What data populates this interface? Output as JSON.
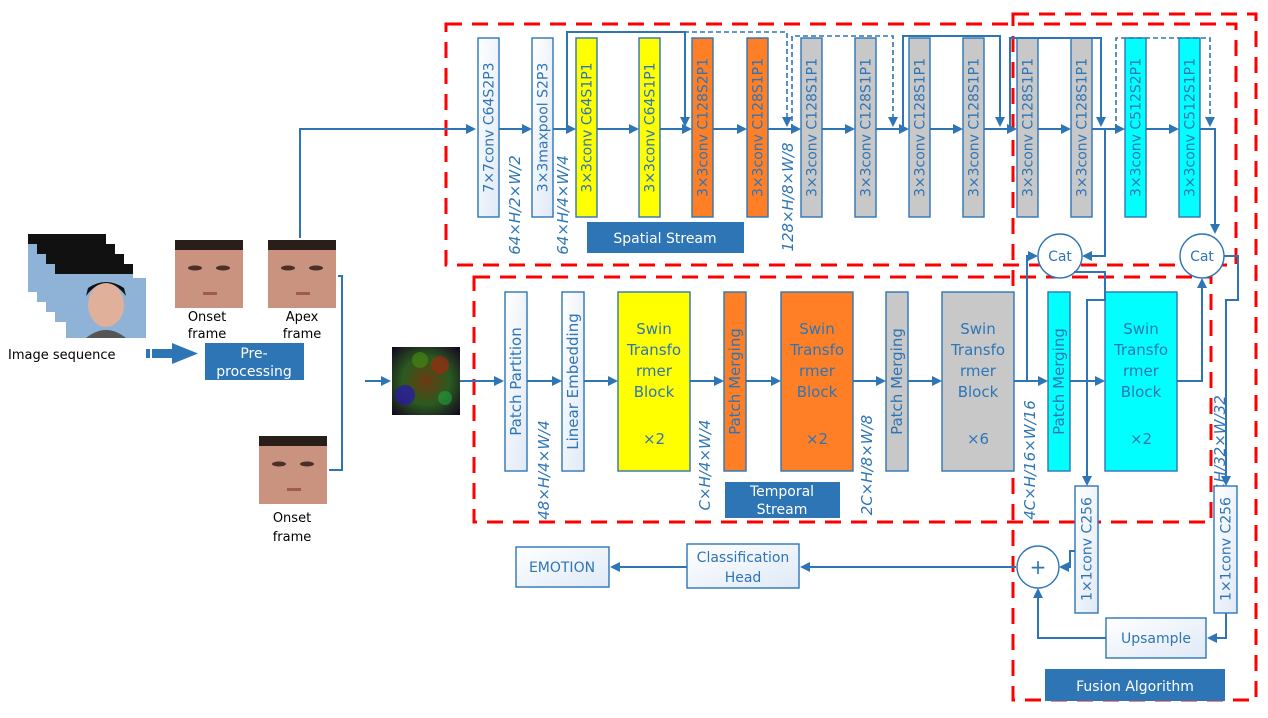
{
  "input": {
    "image_sequence_label": "Image sequence",
    "onset_frame_top": "Onset frame",
    "apex_frame": "Apex frame",
    "onset_frame_bottom": "Onset frame",
    "preprocessing": "Pre-processing",
    "optical_flow": "optical-flow-image"
  },
  "spatial_stream": {
    "label": "Spatial Stream",
    "blocks": [
      {
        "op": "7×7conv",
        "cfg": "C64S2P3",
        "color": "#eef3fb"
      },
      {
        "op": "3×3maxpool",
        "cfg": "S2P3",
        "color": "#eef3fb"
      },
      {
        "op": "3×3conv",
        "cfg": "C64S1P1",
        "color": "#ffff00"
      },
      {
        "op": "3×3conv",
        "cfg": "C64S1P1",
        "color": "#ffff00"
      },
      {
        "op": "3×3conv",
        "cfg": "C128S2P1",
        "color": "#ff7f27"
      },
      {
        "op": "3×3conv",
        "cfg": "C128S1P1",
        "color": "#ff7f27"
      },
      {
        "op": "3×3conv",
        "cfg": "C128S1P1",
        "color": "#c8c8c8"
      },
      {
        "op": "3×3conv",
        "cfg": "C128S1P1",
        "color": "#c8c8c8"
      },
      {
        "op": "3×3conv",
        "cfg": "C128S1P1",
        "color": "#c8c8c8"
      },
      {
        "op": "3×3conv",
        "cfg": "C128S1P1",
        "color": "#c8c8c8"
      },
      {
        "op": "3×3conv",
        "cfg": "C128S1P1",
        "color": "#c8c8c8"
      },
      {
        "op": "3×3conv",
        "cfg": "C128S1P1",
        "color": "#c8c8c8"
      },
      {
        "op": "3×3conv",
        "cfg": "C512S2P1",
        "color": "#00ffff"
      },
      {
        "op": "3×3conv",
        "cfg": "C512S1P1",
        "color": "#00ffff"
      }
    ],
    "dims": [
      "64×H/2×W/2",
      "64×H/4×W/4",
      "128×H/8×W/8"
    ]
  },
  "temporal_stream": {
    "label": "Temporal Stream",
    "patch_partition": "Patch Partition",
    "linear_embedding": "Linear Embedding",
    "patch_merging": "Patch Merging",
    "swin_lines": [
      "Swin",
      "Transfo",
      "rmer",
      "Block"
    ],
    "swin_blocks": [
      {
        "repeat": "×2",
        "color": "#ffff00"
      },
      {
        "repeat": "×2",
        "color": "#ff7f27"
      },
      {
        "repeat": "×6",
        "color": "#c8c8c8"
      },
      {
        "repeat": "×2",
        "color": "#00ffff"
      }
    ],
    "merge_colors": [
      "#ff7f27",
      "#c8c8c8",
      "#00ffff"
    ],
    "dims": [
      "48×H/4×W/4",
      "C×H/4×W/4",
      "2C×H/8×W/8",
      "4C×H/16×W/16",
      "8C×H/32×W/32"
    ]
  },
  "fusion": {
    "label": "Fusion Algorithm",
    "cat": "Cat",
    "plus": "+",
    "conv1x1": {
      "op": "1×1conv",
      "cfg": "C256"
    },
    "upsample": "Upsample"
  },
  "output": {
    "classification_head": "Classification Head",
    "emotion": "EMOTION"
  },
  "colors": {
    "line": "#2e75b6",
    "dash_box": "#ff0000",
    "label_box": "#2e75b6"
  }
}
